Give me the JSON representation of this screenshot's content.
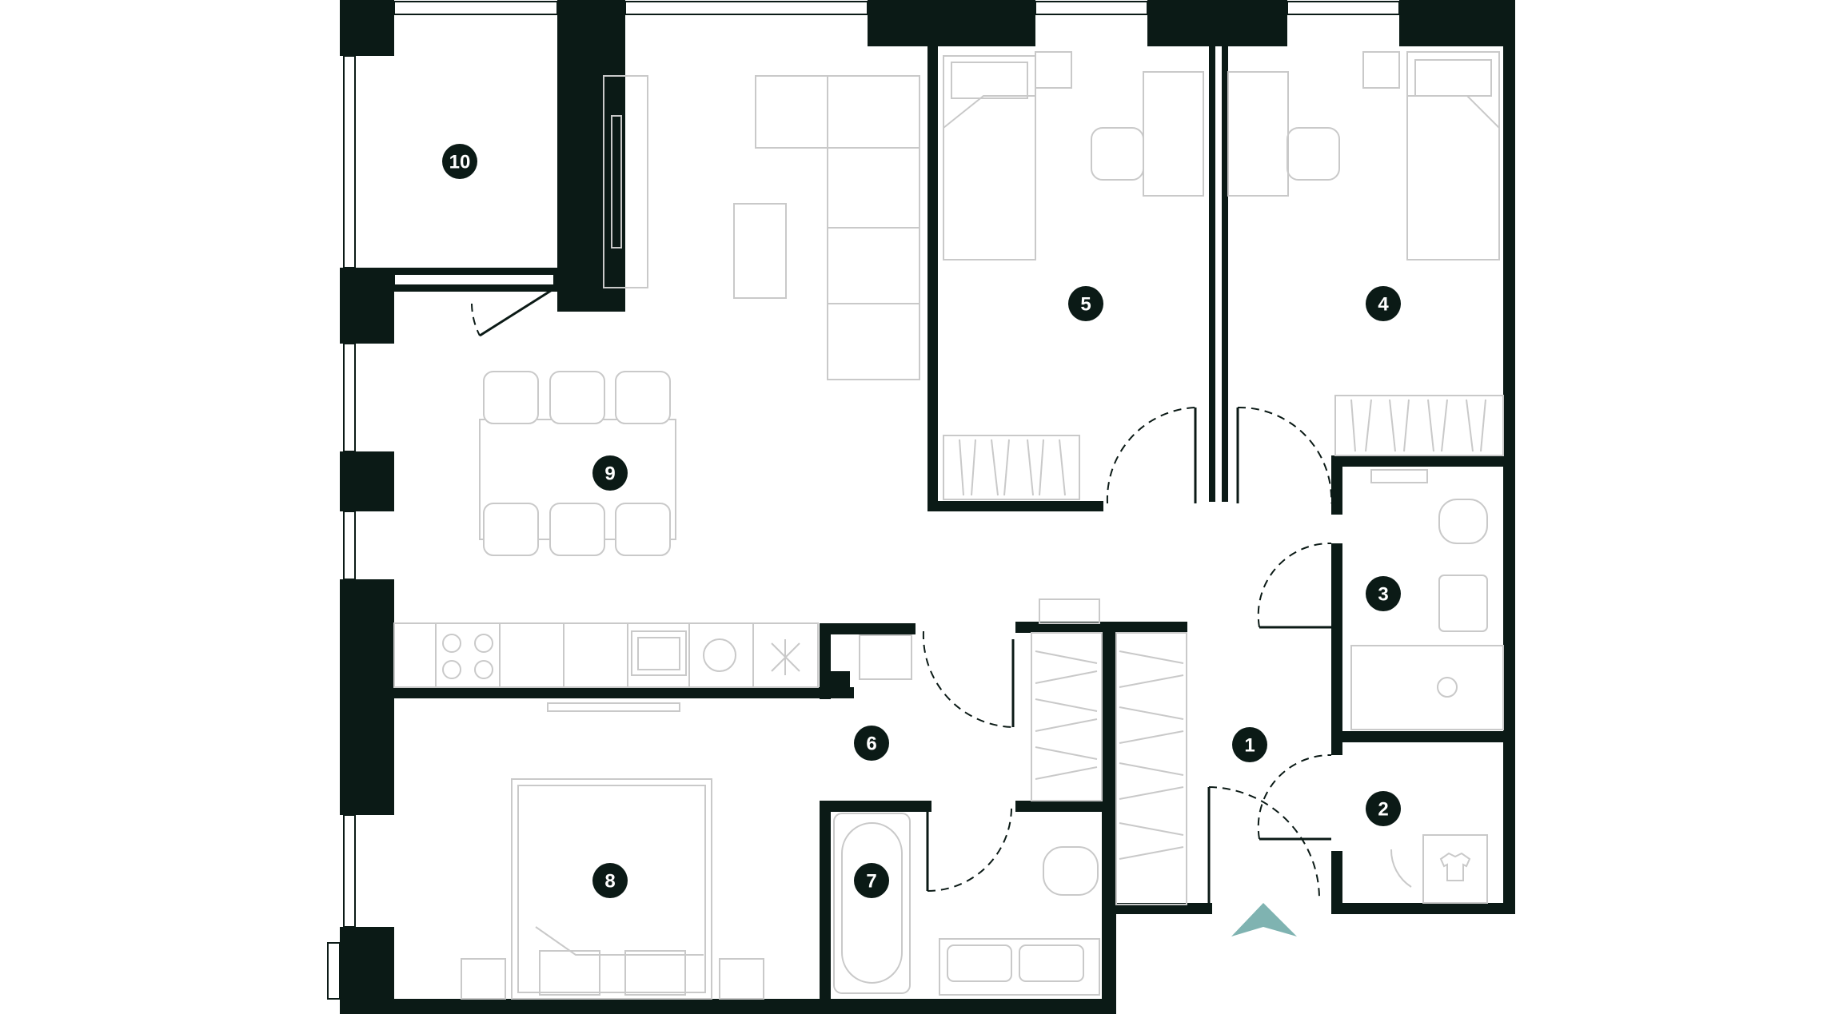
{
  "plan": {
    "rooms": [
      {
        "id": "room-1",
        "label": "1"
      },
      {
        "id": "room-2",
        "label": "2"
      },
      {
        "id": "room-3",
        "label": "3"
      },
      {
        "id": "room-4",
        "label": "4"
      },
      {
        "id": "room-5",
        "label": "5"
      },
      {
        "id": "room-6",
        "label": "6"
      },
      {
        "id": "room-7",
        "label": "7"
      },
      {
        "id": "room-8",
        "label": "8"
      },
      {
        "id": "room-9",
        "label": "9"
      },
      {
        "id": "room-10",
        "label": "10"
      }
    ],
    "colors": {
      "wall": "#0b1a16",
      "furniture": "#c9c9c9",
      "entrance_marker": "#7fb3b1",
      "background": "#ffffff"
    },
    "icons": [
      "entrance-arrow-icon",
      "stove-icon",
      "washing-machine-icon",
      "fridge-icon",
      "tshirt-icon"
    ]
  }
}
